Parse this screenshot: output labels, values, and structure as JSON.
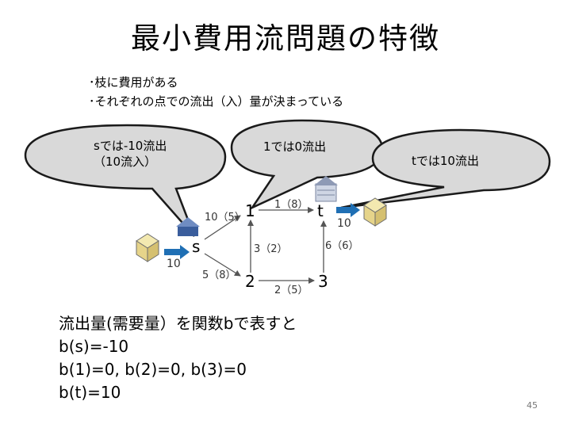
{
  "title": "最小費用流問題の特徴",
  "bullets": [
    "･枝に費用がある",
    "･それぞれの点での流出（入）量が決まっている"
  ],
  "callouts": {
    "s_line1": "sでは-10流出",
    "s_line2": "（10流入）",
    "one": "1では0流出",
    "t": "tでは10流出"
  },
  "graph": {
    "nodes": {
      "s": "s",
      "n1": "1",
      "n2": "2",
      "n3": "3",
      "t": "t"
    },
    "edges": {
      "s1": "10（5）",
      "s2": "5（8）",
      "e1t": "1（8）",
      "e21": "3（2）",
      "e23": "2（5）",
      "e3t": "6（6）"
    },
    "inflow_s": "10",
    "outflow_t": "10"
  },
  "body": {
    "line1": "流出量(需要量）を関数bで表すと",
    "line2": "b(s)=-10",
    "line3": "b(1)=0, b(2)=0, b(3)=0",
    "line4": "b(t)=10"
  },
  "page_number": "45",
  "colors": {
    "bubble_fill": "#d9d9d9",
    "bubble_stroke": "#1a1a1a",
    "arrow": "#1f6fb4"
  }
}
